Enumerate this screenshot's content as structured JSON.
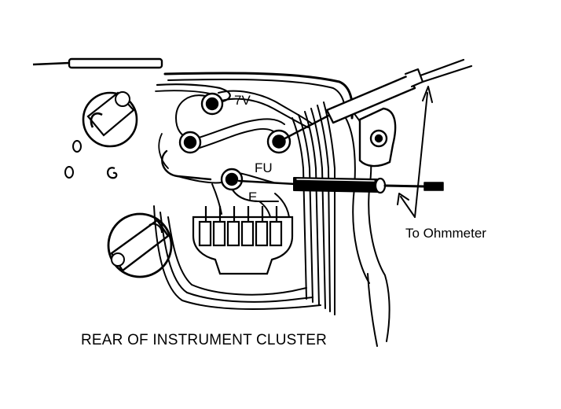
{
  "diagram": {
    "terminals": {
      "seven_v": "7V",
      "fu": "FU",
      "e": "E"
    },
    "callout": "To Ohmmeter",
    "caption": "REAR OF INSTRUMENT CLUSTER"
  },
  "colors": {
    "ink": "#000000",
    "paper": "#ffffff"
  }
}
